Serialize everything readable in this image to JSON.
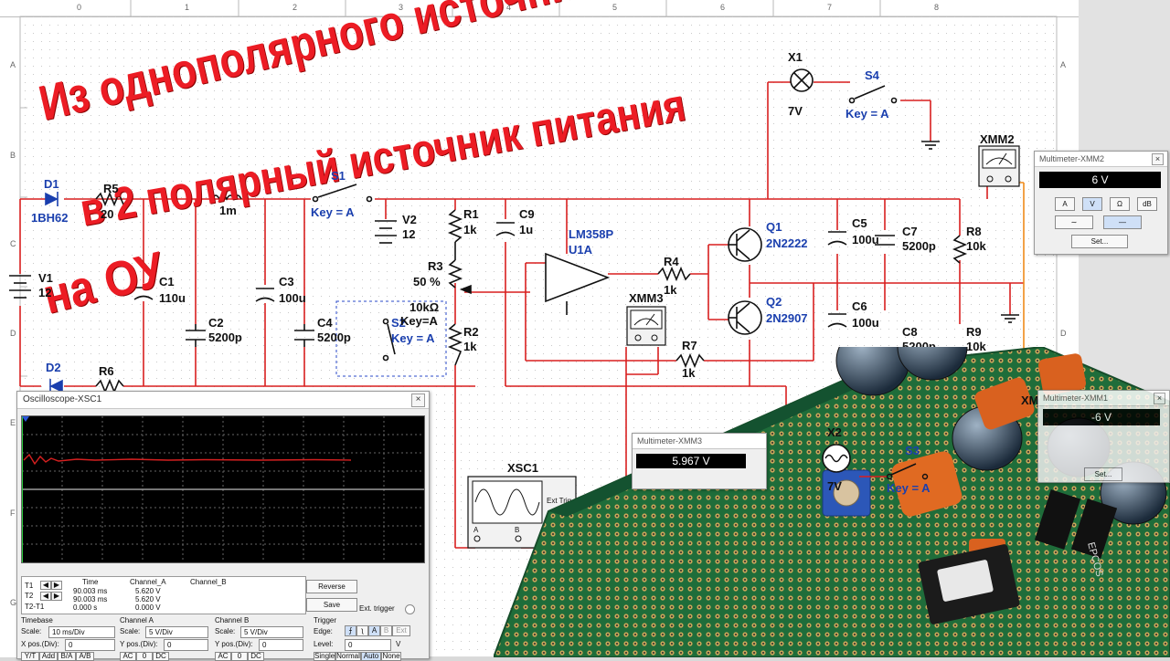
{
  "headline": {
    "line1": "Из однополярного источника",
    "line2": "в 2 полярный источник питания",
    "line3": "на ОУ"
  },
  "ruler": {
    "columns": [
      "0",
      "1",
      "2",
      "3",
      "4",
      "5",
      "6",
      "7",
      "8"
    ],
    "rows": [
      "A",
      "B",
      "C",
      "D",
      "E",
      "F",
      "G"
    ]
  },
  "components": {
    "D1": "D1",
    "D1_model": "1BH62",
    "R5": "R5",
    "R5_val": "20",
    "L1_val": "1m",
    "S1": "S1",
    "S1_key": "Key = A",
    "V1": "V1",
    "V1_val": "12",
    "C1": "C1",
    "C1_val": "110u",
    "C2": "C2",
    "C2_val": "5200p",
    "C3": "C3",
    "C3_val": "100u",
    "C4": "C4",
    "C4_val": "5200p",
    "V2": "V2",
    "V2_val": "12",
    "S2": "S2",
    "S2_key": "Key = A",
    "R1": "R1",
    "R1_val": "1k",
    "R3": "R3",
    "R3_pct": "50 %",
    "R3_val": "10kΩ",
    "R3_key": "Key=A",
    "R2": "R2",
    "R2_val": "1k",
    "C9": "C9",
    "C9_val": "1u",
    "U1": "LM358P",
    "U1_ref": "U1A",
    "R4": "R4",
    "R4_val": "1k",
    "R7": "R7",
    "R7_val": "1k",
    "XMM3": "XMM3",
    "Q1": "Q1",
    "Q1_model": "2N2222",
    "Q2": "Q2",
    "Q2_model": "2N2907",
    "C5": "C5",
    "C5_val": "100u",
    "C6": "C6",
    "C6_val": "100u",
    "C7": "C7",
    "C7_val": "5200p",
    "C8": "C8",
    "C8_val": "5200p",
    "R8": "R8",
    "R8_val": "10k",
    "R9": "R9",
    "R9_val": "10k",
    "X1": "X1",
    "X1_val": "7V",
    "S4": "S4",
    "S4_key": "Key = A",
    "XMM2": "XMM2",
    "D2": "D2",
    "R6": "R6",
    "XSC1": "XSC1",
    "xsc_ext": "Ext Trig",
    "xsc_a": "A",
    "xsc_b": "B",
    "X2": "X2",
    "X2_val": "7V",
    "S3": "S3",
    "S3_key": "Key = A",
    "XMM1": "XM"
  },
  "oscilloscope": {
    "title": "Oscilloscope-XSC1",
    "close": "×",
    "readout_headers": [
      "Time",
      "Channel_A",
      "Channel_B"
    ],
    "rows": [
      {
        "label": "T1",
        "time": "90.003 ms",
        "a": "5.620 V",
        "b": ""
      },
      {
        "label": "T2",
        "time": "90.003 ms",
        "a": "5.620 V",
        "b": ""
      },
      {
        "label": "T2-T1",
        "time": "0.000 s",
        "a": "0.000 V",
        "b": ""
      }
    ],
    "reverse": "Reverse",
    "save": "Save",
    "ext_trigger": "Ext. trigger",
    "timebase": {
      "title": "Timebase",
      "scale_label": "Scale:",
      "scale": "10 ms/Div",
      "pos_label": "X pos.(Div):",
      "pos": "0",
      "modes": [
        "Y/T",
        "Add",
        "B/A",
        "A/B"
      ]
    },
    "channel_a": {
      "title": "Channel A",
      "scale_label": "Scale:",
      "scale": "5 V/Div",
      "pos_label": "Y pos.(Div):",
      "pos": "0",
      "modes": [
        "AC",
        "0",
        "DC"
      ]
    },
    "channel_b": {
      "title": "Channel B",
      "scale_label": "Scale:",
      "scale": "5 V/Div",
      "pos_label": "Y pos.(Div):",
      "pos": "0",
      "modes": [
        "AC",
        "0",
        "DC"
      ]
    },
    "trigger": {
      "title": "Trigger",
      "edge_label": "Edge:",
      "level_label": "Level:",
      "level": "0",
      "unit": "V",
      "sources": [
        "A",
        "B",
        "Ext"
      ],
      "modes": [
        "Single",
        "Normal",
        "Auto",
        "None"
      ]
    }
  },
  "mm2": {
    "title": "Multimeter-XMM2",
    "reading": "6 V",
    "buttons": [
      "A",
      "V",
      "Ω",
      "dB"
    ],
    "set": "Set..."
  },
  "mm3": {
    "title": "Multimeter-XMM3",
    "reading": "5.967 V"
  },
  "mm1": {
    "title": "Multimeter-XMM1",
    "reading": "-6 V",
    "set": "Set..."
  },
  "pcb_label": "EPCOS"
}
